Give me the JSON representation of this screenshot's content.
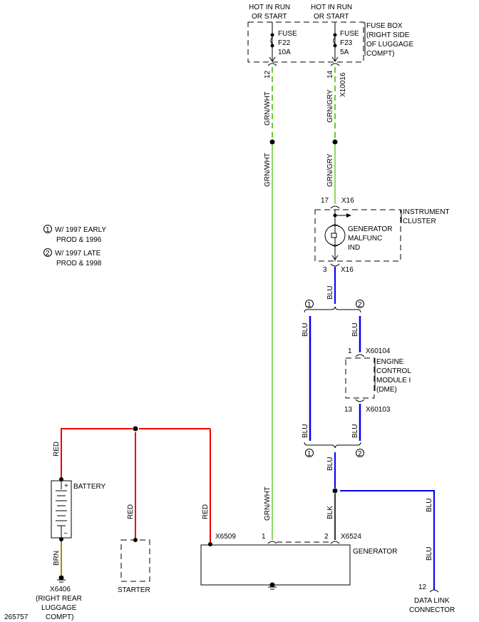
{
  "diagram_id": "265757",
  "colors": {
    "red": "#ee0000",
    "green": "#66cc33",
    "blue": "#0000ee",
    "black": "#333333",
    "brown": "#aa8800"
  },
  "fuse_box": {
    "label_lines": [
      "FUSE BOX",
      "(RIGHT SIDE",
      "OF LUGGAGE",
      "COMPT)"
    ],
    "fuses": [
      {
        "supply_lines": [
          "HOT IN RUN",
          "OR START"
        ],
        "label_lines": [
          "FUSE",
          "F22",
          "10A"
        ],
        "pin": "12"
      },
      {
        "supply_lines": [
          "HOT IN RUN",
          "OR START"
        ],
        "label_lines": [
          "FUSE",
          "F23",
          "5A"
        ],
        "pin": "14",
        "connector": "X10016"
      }
    ]
  },
  "wires": {
    "grn_wht": "GRN/WHT",
    "grn_gry": "GRN/GRY",
    "blu": "BLU",
    "blk": "BLK",
    "red": "RED",
    "brn": "BRN"
  },
  "instrument_cluster": {
    "label_lines": [
      "INSTRUMENT",
      "CLUSTER"
    ],
    "indicator_lines": [
      "GENERATOR",
      "MALFUNC",
      "IND"
    ],
    "pin_in": "17",
    "pin_out": "3",
    "connector": "X16"
  },
  "legend": [
    {
      "mark": "1",
      "lines": [
        "W/ 1997 EARLY",
        "PROD & 1996"
      ]
    },
    {
      "mark": "2",
      "lines": [
        "W/ 1997 LATE",
        "PROD & 1998"
      ]
    }
  ],
  "ecm": {
    "label_lines": [
      "ENGINE",
      "CONTROL",
      "MODULE I",
      "(DME)"
    ],
    "pin_top": "1",
    "connector_top": "X60104",
    "pin_bottom": "13",
    "connector_bottom": "X60103"
  },
  "battery": {
    "label": "BATTERY",
    "plus": "+",
    "minus": "−"
  },
  "ground": {
    "label_lines": [
      "X6406",
      "(RIGHT REAR",
      "LUGGAGE",
      "COMPT)"
    ]
  },
  "starter": {
    "label": "STARTER"
  },
  "generator": {
    "label": "GENERATOR",
    "connector_b": "X6509",
    "pin_1": "1",
    "pin_2": "2",
    "connector_2": "X6524"
  },
  "data_link": {
    "pin": "12",
    "label_lines": [
      "DATA LINK",
      "CONNECTOR"
    ]
  },
  "variant_marks": [
    "1",
    "2"
  ]
}
